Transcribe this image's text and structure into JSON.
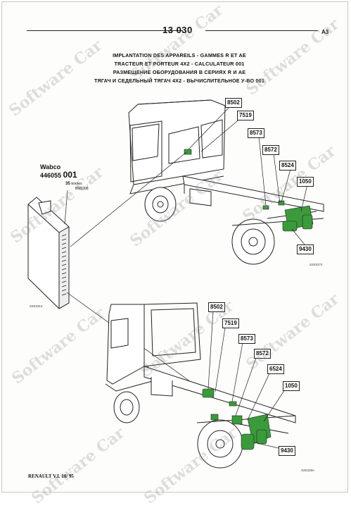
{
  "header": {
    "doc_number": "13 030",
    "sheet": "A3"
  },
  "titles": [
    "IMPLANTATION DES APPAREILS - GAMMES R ET AE",
    "TRACTEUR ET PORTEUR 4X2 - CALCULATEUR 001",
    "РАЗМЕЩЕНИЕ ОБОРУДОВАНИЯ В СЕРИЯХ R И AE",
    "ТЯГАЧ И СЕДЕЛЬНЫЙ ТЯГАЧ 4X2 - ВЫЧИСЛИТЕЛЬНОЕ У-ВО 001"
  ],
  "ecu": {
    "brand": "Wabco",
    "part_prefix": "446055",
    "part_suffix": "001",
    "pins": "35",
    "pins_label": "bornes",
    "connector_ref": "BM0208",
    "figure_ref": "S3S2314"
  },
  "top_callouts": [
    "8502",
    "7519",
    "8573",
    "8572",
    "8524",
    "1050",
    "9430"
  ],
  "top_figure_ref": "S3S2274",
  "bottom_callouts": [
    "8502",
    "7519",
    "8573",
    "8572",
    "6524",
    "1050",
    "9430"
  ],
  "bottom_figure_ref": "S3S228A",
  "watermark": "Software Car",
  "footer": {
    "brand": "RENAULT",
    "division": "V.I.",
    "date": "10/ 95"
  },
  "colors": {
    "component_green": "#3b9a3b",
    "line_art": "#222222"
  }
}
